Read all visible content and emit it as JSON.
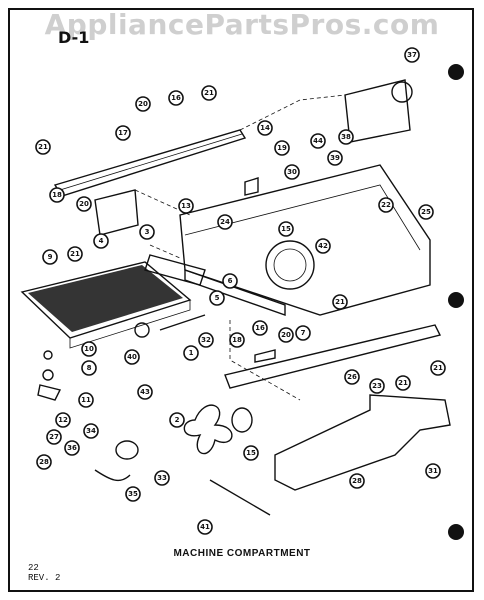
{
  "watermark": "AppliancePartsPros.com",
  "page_id": "D-1",
  "caption": "MACHINE COMPARTMENT",
  "page_number": "22",
  "revision": "REV. 2",
  "callouts": [
    "37",
    "20",
    "16",
    "21",
    "17",
    "14",
    "19",
    "44",
    "38",
    "39",
    "21",
    "30",
    "18",
    "20",
    "13",
    "24",
    "15",
    "22",
    "25",
    "4",
    "3",
    "42",
    "21",
    "6",
    "9",
    "21",
    "16",
    "20",
    "7",
    "5",
    "18",
    "10",
    "8",
    "40",
    "32",
    "1",
    "26",
    "23",
    "21",
    "21",
    "11",
    "43",
    "2",
    "12",
    "27",
    "34",
    "36",
    "33",
    "15",
    "31",
    "28",
    "35",
    "28",
    "41"
  ]
}
